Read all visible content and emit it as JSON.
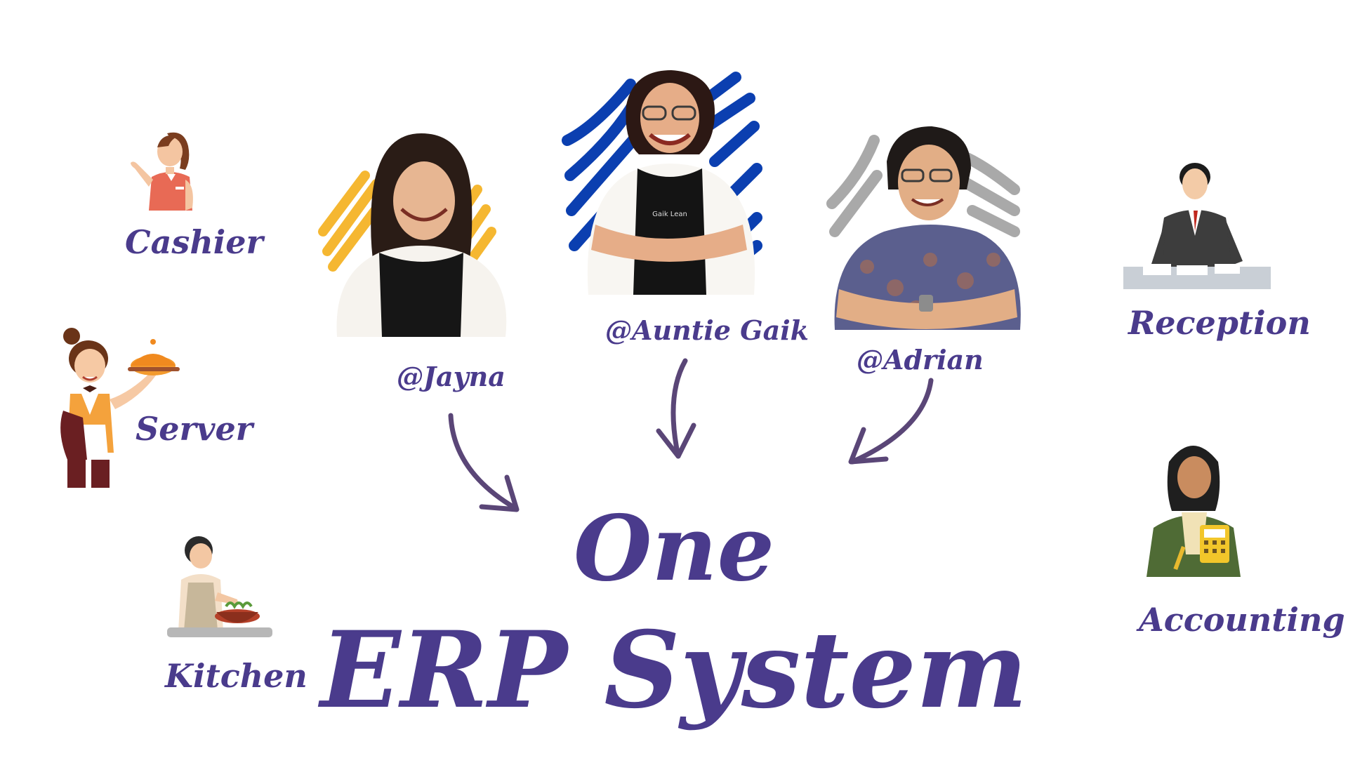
{
  "colors": {
    "text": "#4a3b8c",
    "arrow": "#5a4677",
    "scribble_yellow": "#f5b731",
    "scribble_blue": "#0b3fb0",
    "scribble_gray": "#a9a9a9"
  },
  "roles": {
    "cashier": {
      "label": "Cashier",
      "icon": "cashier-icon"
    },
    "server": {
      "label": "Server",
      "icon": "server-icon"
    },
    "kitchen": {
      "label": "Kitchen",
      "icon": "chef-icon"
    },
    "reception": {
      "label": "Reception",
      "icon": "receptionist-icon"
    },
    "accounting": {
      "label": "Accounting",
      "icon": "accountant-icon"
    }
  },
  "people": {
    "jayna": {
      "handle": "@Jayna",
      "apron_text": ""
    },
    "auntie_gaik": {
      "handle": "@Auntie Gaik",
      "apron_text": "Gaik Lean"
    },
    "adrian": {
      "handle": "@Adrian"
    }
  },
  "title": {
    "line1": "One",
    "line2": "ERP System"
  }
}
